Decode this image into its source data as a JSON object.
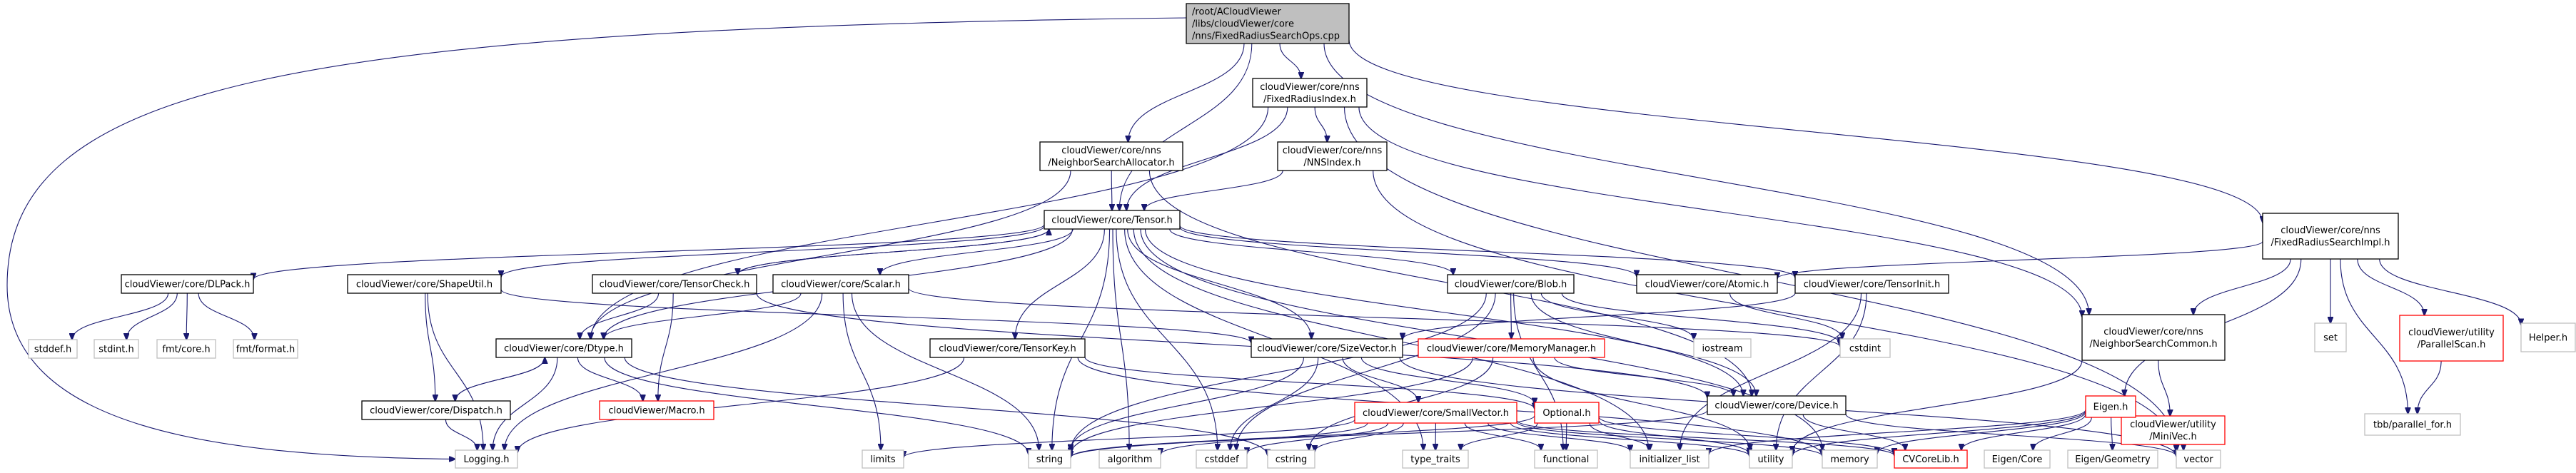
{
  "graph": {
    "title": "Include dependency graph for FixedRadiusSearchOps.cpp",
    "colors": {
      "edge": "#191970",
      "root_fill": "#bfbfbf",
      "root_border": "#000000",
      "documented_border": "#000000",
      "undocumented_border": "#ff0000",
      "external_border": "#bfbfbf",
      "node_fill": "#ffffff"
    },
    "nodes": [
      {
        "id": "root",
        "kind": "root",
        "lines": [
          "/root/ACloudViewer",
          "/libs/cloudViewer/core",
          "/nns/FixedRadiusSearchOps.cpp"
        ]
      },
      {
        "id": "fri",
        "kind": "doc",
        "lines": [
          "cloudViewer/core/nns",
          "/FixedRadiusIndex.h"
        ]
      },
      {
        "id": "nsa",
        "kind": "doc",
        "lines": [
          "cloudViewer/core/nns",
          "/NeighborSearchAllocator.h"
        ]
      },
      {
        "id": "nnsi",
        "kind": "doc",
        "lines": [
          "cloudViewer/core/nns",
          "/NNSIndex.h"
        ]
      },
      {
        "id": "tensor",
        "kind": "doc",
        "lines": [
          "cloudViewer/core/Tensor.h"
        ]
      },
      {
        "id": "frsi",
        "kind": "doc",
        "lines": [
          "cloudViewer/core/nns",
          "/FixedRadiusSearchImpl.h"
        ]
      },
      {
        "id": "dlpack",
        "kind": "doc",
        "lines": [
          "cloudViewer/core/DLPack.h"
        ]
      },
      {
        "id": "shapeutil",
        "kind": "doc",
        "lines": [
          "cloudViewer/core/ShapeUtil.h"
        ]
      },
      {
        "id": "tensorcheck",
        "kind": "doc",
        "lines": [
          "cloudViewer/core/TensorCheck.h"
        ]
      },
      {
        "id": "scalar",
        "kind": "doc",
        "lines": [
          "cloudViewer/core/Scalar.h"
        ]
      },
      {
        "id": "blob",
        "kind": "doc",
        "lines": [
          "cloudViewer/core/Blob.h"
        ]
      },
      {
        "id": "atomic",
        "kind": "doc",
        "lines": [
          "cloudViewer/core/Atomic.h"
        ]
      },
      {
        "id": "tensorinit",
        "kind": "doc",
        "lines": [
          "cloudViewer/core/TensorInit.h"
        ]
      },
      {
        "id": "nsc",
        "kind": "doc",
        "lines": [
          "cloudViewer/core/nns",
          "/NeighborSearchCommon.h"
        ]
      },
      {
        "id": "set",
        "kind": "ext",
        "lines": [
          "set"
        ]
      },
      {
        "id": "parallelscan",
        "kind": "undoc",
        "lines": [
          "cloudViewer/utility",
          "/ParallelScan.h"
        ]
      },
      {
        "id": "helper",
        "kind": "ext",
        "lines": [
          "Helper.h"
        ]
      },
      {
        "id": "stddef",
        "kind": "ext",
        "lines": [
          "stddef.h"
        ]
      },
      {
        "id": "stdint",
        "kind": "ext",
        "lines": [
          "stdint.h"
        ]
      },
      {
        "id": "fmtcore",
        "kind": "ext",
        "lines": [
          "fmt/core.h"
        ]
      },
      {
        "id": "fmtformat",
        "kind": "ext",
        "lines": [
          "fmt/format.h"
        ]
      },
      {
        "id": "dtype",
        "kind": "doc",
        "lines": [
          "cloudViewer/core/Dtype.h"
        ]
      },
      {
        "id": "tensorkey",
        "kind": "doc",
        "lines": [
          "cloudViewer/core/TensorKey.h"
        ]
      },
      {
        "id": "sizevector",
        "kind": "doc",
        "lines": [
          "cloudViewer/core/SizeVector.h"
        ]
      },
      {
        "id": "memmgr",
        "kind": "undoc",
        "lines": [
          "cloudViewer/core/MemoryManager.h"
        ]
      },
      {
        "id": "iostream",
        "kind": "ext",
        "lines": [
          "iostream"
        ]
      },
      {
        "id": "cstdint",
        "kind": "ext",
        "lines": [
          "cstdint"
        ]
      },
      {
        "id": "minivec",
        "kind": "undoc",
        "lines": [
          "cloudViewer/utility",
          "/MiniVec.h"
        ]
      },
      {
        "id": "tbb",
        "kind": "ext",
        "lines": [
          "tbb/parallel_for.h"
        ]
      },
      {
        "id": "dispatch",
        "kind": "doc",
        "lines": [
          "cloudViewer/core/Dispatch.h"
        ]
      },
      {
        "id": "macro",
        "kind": "undoc",
        "lines": [
          "cloudViewer/Macro.h"
        ]
      },
      {
        "id": "smallvector",
        "kind": "undoc",
        "lines": [
          "cloudViewer/core/SmallVector.h"
        ]
      },
      {
        "id": "optional",
        "kind": "undoc",
        "lines": [
          "Optional.h"
        ]
      },
      {
        "id": "device",
        "kind": "doc",
        "lines": [
          "cloudViewer/core/Device.h"
        ]
      },
      {
        "id": "eigen",
        "kind": "undoc",
        "lines": [
          "Eigen.h"
        ]
      },
      {
        "id": "logging",
        "kind": "ext",
        "lines": [
          "Logging.h"
        ]
      },
      {
        "id": "limits",
        "kind": "ext",
        "lines": [
          "limits"
        ]
      },
      {
        "id": "string",
        "kind": "ext",
        "lines": [
          "string"
        ]
      },
      {
        "id": "algorithm",
        "kind": "ext",
        "lines": [
          "algorithm"
        ]
      },
      {
        "id": "cstddef",
        "kind": "ext",
        "lines": [
          "cstddef"
        ]
      },
      {
        "id": "cstring",
        "kind": "ext",
        "lines": [
          "cstring"
        ]
      },
      {
        "id": "typetraits",
        "kind": "ext",
        "lines": [
          "type_traits"
        ]
      },
      {
        "id": "functional",
        "kind": "ext",
        "lines": [
          "functional"
        ]
      },
      {
        "id": "initlist",
        "kind": "ext",
        "lines": [
          "initializer_list"
        ]
      },
      {
        "id": "utility",
        "kind": "ext",
        "lines": [
          "utility"
        ]
      },
      {
        "id": "memory",
        "kind": "ext",
        "lines": [
          "memory"
        ]
      },
      {
        "id": "cvcorelib",
        "kind": "undoc",
        "lines": [
          "CVCoreLib.h"
        ]
      },
      {
        "id": "eigencore",
        "kind": "ext",
        "lines": [
          "Eigen/Core"
        ]
      },
      {
        "id": "eigengeom",
        "kind": "ext",
        "lines": [
          "Eigen/Geometry"
        ]
      },
      {
        "id": "vector",
        "kind": "ext",
        "lines": [
          "vector"
        ]
      }
    ],
    "edges": [
      [
        "root",
        "fri"
      ],
      [
        "root",
        "nsa"
      ],
      [
        "root",
        "tensor"
      ],
      [
        "root",
        "frsi"
      ],
      [
        "root",
        "nsc"
      ],
      [
        "root",
        "logging"
      ],
      [
        "fri",
        "tensor"
      ],
      [
        "fri",
        "nnsi"
      ],
      [
        "fri",
        "nsc"
      ],
      [
        "fri",
        "vector"
      ],
      [
        "fri",
        "dtype"
      ],
      [
        "nsa",
        "tensor"
      ],
      [
        "nsa",
        "dtype"
      ],
      [
        "nsa",
        "device"
      ],
      [
        "nnsi",
        "tensor"
      ],
      [
        "nnsi",
        "vector"
      ],
      [
        "tensor",
        "dlpack"
      ],
      [
        "tensor",
        "shapeutil"
      ],
      [
        "tensor",
        "tensorcheck"
      ],
      [
        "tensor",
        "scalar"
      ],
      [
        "tensor",
        "blob"
      ],
      [
        "tensor",
        "atomic"
      ],
      [
        "tensor",
        "tensorinit"
      ],
      [
        "tensor",
        "dtype"
      ],
      [
        "tensor",
        "tensorkey"
      ],
      [
        "tensor",
        "sizevector"
      ],
      [
        "tensor",
        "device"
      ],
      [
        "tensor",
        "string"
      ],
      [
        "tensor",
        "algorithm"
      ],
      [
        "tensor",
        "cstddef"
      ],
      [
        "tensor",
        "typetraits"
      ],
      [
        "tensor",
        "memory"
      ],
      [
        "tensor",
        "initlist"
      ],
      [
        "dlpack",
        "stddef"
      ],
      [
        "dlpack",
        "stdint"
      ],
      [
        "dlpack",
        "fmtcore"
      ],
      [
        "dlpack",
        "fmtformat"
      ],
      [
        "shapeutil",
        "dispatch"
      ],
      [
        "shapeutil",
        "sizevector"
      ],
      [
        "shapeutil",
        "logging"
      ],
      [
        "tensorcheck",
        "tensor"
      ],
      [
        "tensorcheck",
        "dtype"
      ],
      [
        "tensorcheck",
        "macro"
      ],
      [
        "tensorcheck",
        "device"
      ],
      [
        "scalar",
        "dtype"
      ],
      [
        "scalar",
        "logging"
      ],
      [
        "scalar",
        "limits"
      ],
      [
        "scalar",
        "string"
      ],
      [
        "scalar",
        "cstdint"
      ],
      [
        "dtype",
        "dispatch"
      ],
      [
        "dtype",
        "macro"
      ],
      [
        "dtype",
        "logging"
      ],
      [
        "dtype",
        "string"
      ],
      [
        "dtype",
        "cstring"
      ],
      [
        "dispatch",
        "dtype"
      ],
      [
        "dispatch",
        "logging"
      ],
      [
        "tensorkey",
        "logging"
      ],
      [
        "tensorkey",
        "optional"
      ],
      [
        "tensorkey",
        "memory"
      ],
      [
        "blob",
        "device"
      ],
      [
        "blob",
        "memmgr"
      ],
      [
        "blob",
        "iostream"
      ],
      [
        "blob",
        "cstdint"
      ],
      [
        "blob",
        "cstddef"
      ],
      [
        "blob",
        "string"
      ],
      [
        "blob",
        "functional"
      ],
      [
        "memmgr",
        "device"
      ],
      [
        "memmgr",
        "string"
      ],
      [
        "memmgr",
        "cstring"
      ],
      [
        "memmgr",
        "utility"
      ],
      [
        "sizevector",
        "smallvector"
      ],
      [
        "sizevector",
        "optional"
      ],
      [
        "sizevector",
        "string"
      ],
      [
        "sizevector",
        "cstddef"
      ],
      [
        "sizevector",
        "vector"
      ],
      [
        "smallvector",
        "algorithm"
      ],
      [
        "smallvector",
        "cstddef"
      ],
      [
        "smallvector",
        "cstring"
      ],
      [
        "smallvector",
        "typetraits"
      ],
      [
        "smallvector",
        "functional"
      ],
      [
        "smallvector",
        "initlist"
      ],
      [
        "smallvector",
        "utility"
      ],
      [
        "smallvector",
        "memory"
      ],
      [
        "smallvector",
        "limits"
      ],
      [
        "smallvector",
        "cvcorelib"
      ],
      [
        "optional",
        "typetraits"
      ],
      [
        "optional",
        "functional"
      ],
      [
        "optional",
        "initlist"
      ],
      [
        "optional",
        "utility"
      ],
      [
        "optional",
        "string"
      ],
      [
        "optional",
        "cvcorelib"
      ],
      [
        "device",
        "string"
      ],
      [
        "device",
        "cvcorelib"
      ],
      [
        "device",
        "vector"
      ],
      [
        "atomic",
        "cstdint"
      ],
      [
        "tensorinit",
        "sizevector"
      ],
      [
        "tensorinit",
        "initlist"
      ],
      [
        "tensorinit",
        "utility"
      ],
      [
        "frsi",
        "nsc"
      ],
      [
        "frsi",
        "set"
      ],
      [
        "frsi",
        "parallelscan"
      ],
      [
        "frsi",
        "helper"
      ],
      [
        "frsi",
        "tbb"
      ],
      [
        "frsi",
        "eigen"
      ],
      [
        "frsi",
        "atomic"
      ],
      [
        "parallelscan",
        "tbb"
      ],
      [
        "nsc",
        "minivec"
      ],
      [
        "nsc",
        "utility"
      ],
      [
        "eigen",
        "eigencore"
      ],
      [
        "eigen",
        "eigengeom"
      ],
      [
        "eigen",
        "vector"
      ],
      [
        "eigen",
        "memory"
      ],
      [
        "eigen",
        "utility"
      ],
      [
        "eigen",
        "cvcorelib"
      ],
      [
        "eigen",
        "initlist"
      ]
    ]
  }
}
